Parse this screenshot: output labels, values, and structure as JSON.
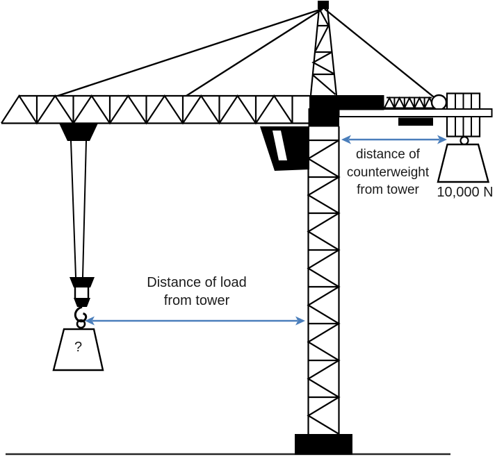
{
  "figure": {
    "load_distance_label": {
      "line1": "Distance of load",
      "line2": "from tower"
    },
    "counterweight_distance_label": {
      "line1": "distance of",
      "line2": "counterweight",
      "line3": "from tower"
    },
    "counterweight_weight": "10,000 N",
    "load_weight": "?",
    "colors": {
      "arrow": "#4a7ebb",
      "outline": "#000000",
      "ground": "#262626"
    }
  }
}
